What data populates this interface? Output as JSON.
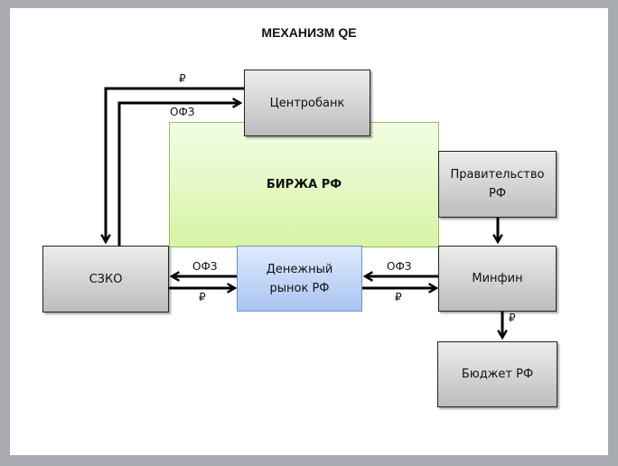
{
  "title": "МЕХАНИЗМ QE",
  "nodes": {
    "central_bank": "Центробанк",
    "exchange": "БИРЖА РФ",
    "government": "Правительство РФ",
    "szko": "СЗКО",
    "money_market": "Денежный рынок РФ",
    "minfin": "Минфин",
    "budget": "Бюджет РФ"
  },
  "edge_labels": {
    "cb_to_szko": "₽",
    "szko_to_cb": "ОФЗ",
    "mm_to_szko": "ОФЗ",
    "szko_to_mm": "₽",
    "minfin_to_mm": "ОФЗ",
    "mm_to_minfin": "₽",
    "minfin_to_budget": "₽"
  }
}
